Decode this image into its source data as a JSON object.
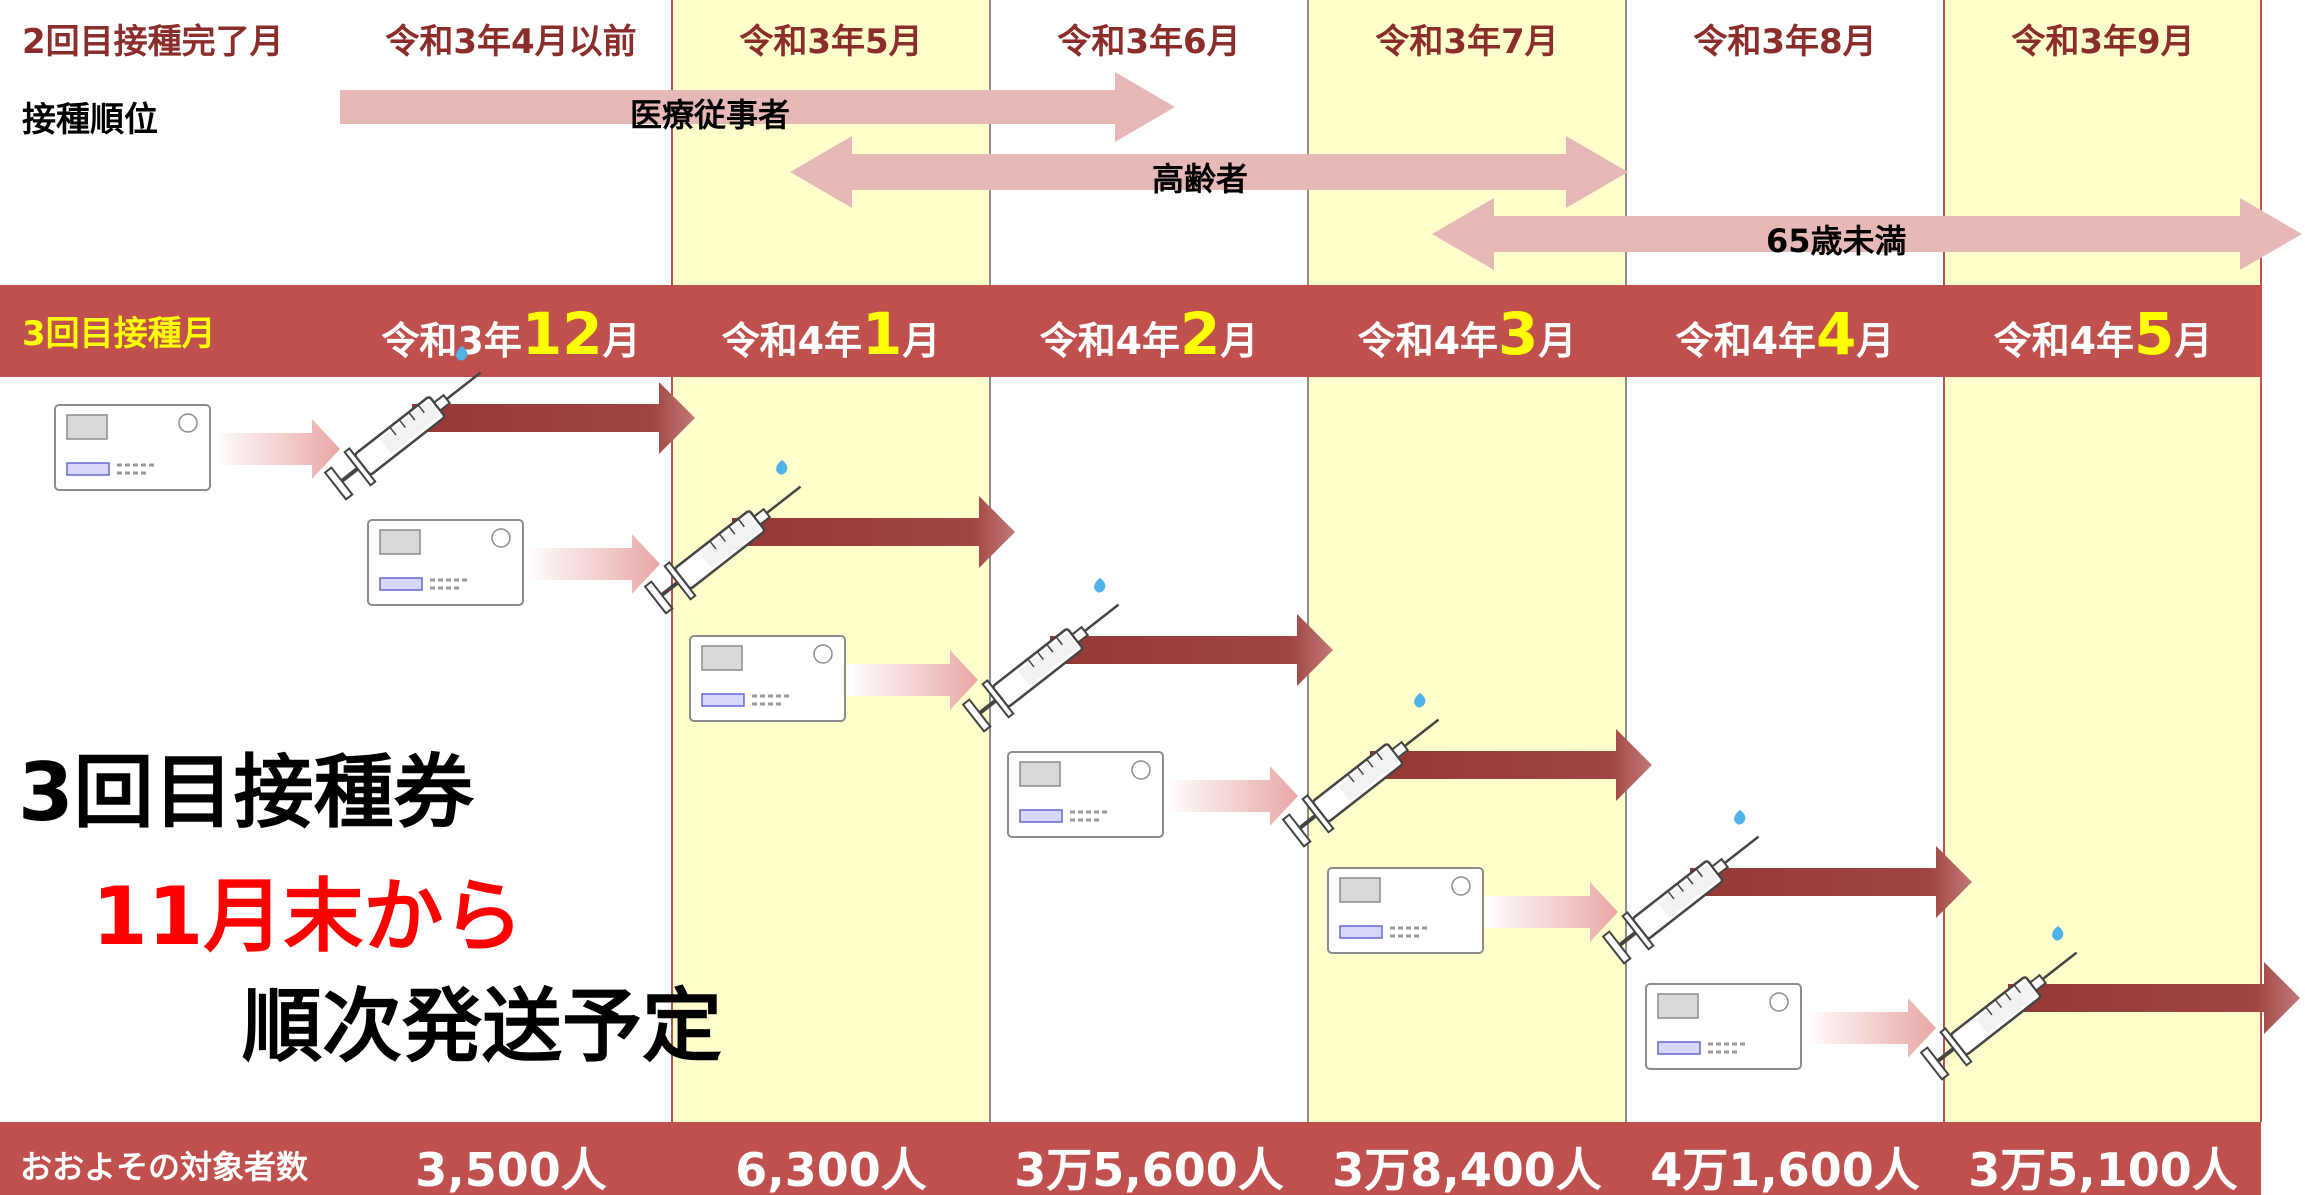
{
  "header": {
    "row_label": "2回目接種完了月",
    "months": [
      "令和3年4月以前",
      "令和3年5月",
      "令和3年6月",
      "令和3年7月",
      "令和3年8月",
      "令和3年9月"
    ],
    "order_label": "接種順位"
  },
  "priority_groups": [
    {
      "label": "医療従事者"
    },
    {
      "label": "高齢者"
    },
    {
      "label": "65歳未満"
    }
  ],
  "third_dose": {
    "row_label": "3回目接種月",
    "months": [
      {
        "prefix": "令和3年",
        "num": "12",
        "suffix": "月"
      },
      {
        "prefix": "令和4年",
        "num": "1",
        "suffix": "月"
      },
      {
        "prefix": "令和4年",
        "num": "2",
        "suffix": "月"
      },
      {
        "prefix": "令和4年",
        "num": "3",
        "suffix": "月"
      },
      {
        "prefix": "令和4年",
        "num": "4",
        "suffix": "月"
      },
      {
        "prefix": "令和4年",
        "num": "5",
        "suffix": "月"
      }
    ]
  },
  "message": {
    "line1": "3回目接種券",
    "line2": "11月末から",
    "line3": "順次発送予定"
  },
  "counts": {
    "row_label": "おおよその対象者数",
    "values": [
      "3,500人",
      "6,300人",
      "3万5,600人",
      "3万8,400人",
      "4万1,600人",
      "3万5,100人"
    ]
  },
  "colors": {
    "band": "#c0504d",
    "header_text": "#8b2d2b",
    "highlight_yellow": "#ffff00",
    "column_yellow": "#ffffcc",
    "priority_arrow": "#e6b8b7",
    "flow_arrow": "#953735",
    "message_red": "#ff0000"
  },
  "icons": [
    "vaccination-ticket-icon",
    "syringe-icon",
    "arrow-right-icon"
  ]
}
